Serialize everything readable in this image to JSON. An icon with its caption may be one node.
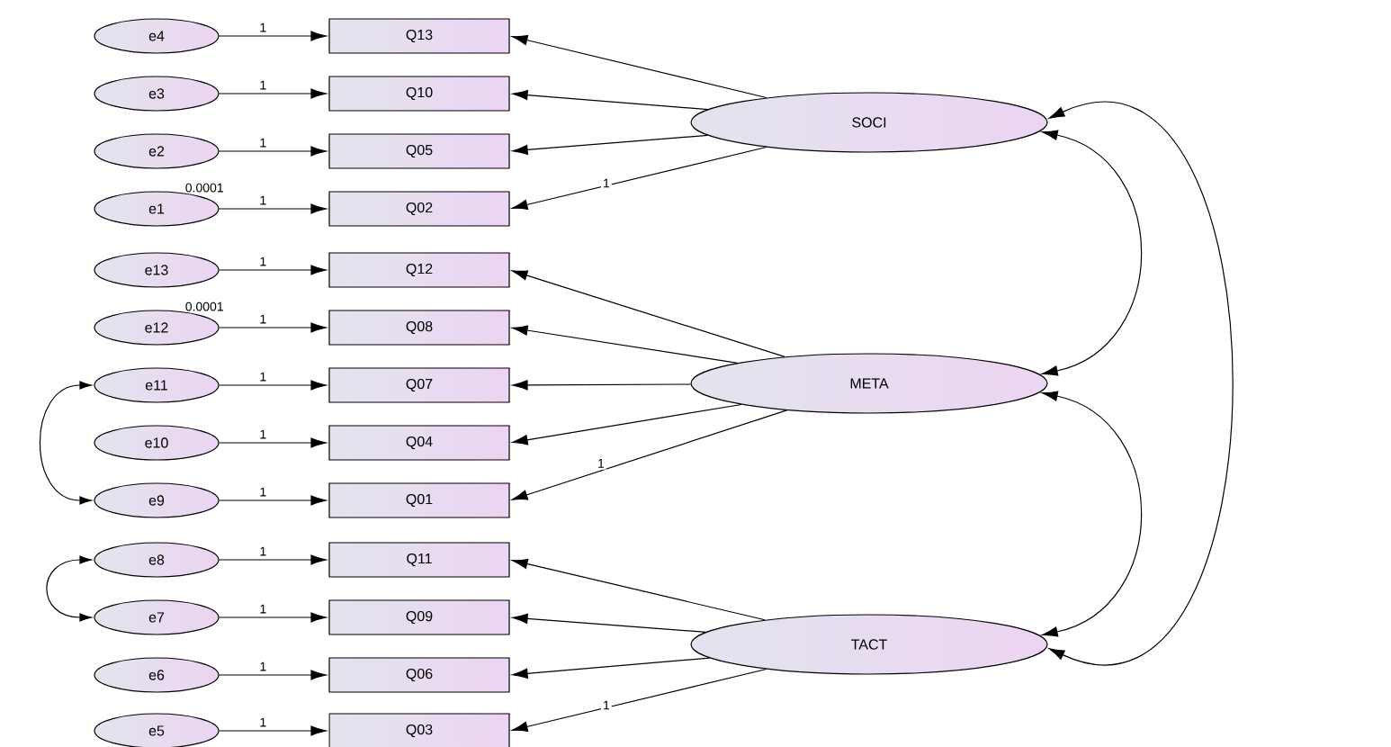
{
  "diagram": {
    "nodes": [
      {
        "text": [
          "e4"
        ]
      },
      {
        "text": [
          "Q13"
        ]
      },
      {
        "text": [
          "e3"
        ]
      },
      {
        "text": [
          "Q10"
        ]
      },
      {
        "text": [
          "e2"
        ]
      },
      {
        "text": [
          "Q05"
        ]
      },
      {
        "text": [
          "e1"
        ],
        "beside": [
          "0.0001"
        ]
      },
      {
        "text": [
          "Q02"
        ]
      },
      {
        "text": [
          "e13"
        ]
      },
      {
        "text": [
          "Q12"
        ]
      },
      {
        "text": [
          "e12"
        ],
        "beside": [
          "0.0001"
        ]
      },
      {
        "text": [
          "Q08"
        ]
      },
      {
        "text": [
          "e11"
        ]
      },
      {
        "text": [
          "Q07"
        ]
      },
      {
        "text": [
          "e10"
        ]
      },
      {
        "text": [
          "Q04"
        ]
      },
      {
        "text": [
          "e9"
        ]
      },
      {
        "text": [
          "Q01"
        ]
      },
      {
        "text": [
          "e8"
        ]
      },
      {
        "text": [
          "Q11"
        ]
      },
      {
        "text": [
          "e7"
        ]
      },
      {
        "text": [
          "Q09"
        ]
      },
      {
        "text": [
          "e6"
        ]
      },
      {
        "text": [
          "Q06"
        ]
      },
      {
        "text": [
          "e5"
        ]
      },
      {
        "text": [
          "Q03"
        ]
      },
      {
        "text": [
          "SOCI"
        ]
      },
      {
        "text": [
          "META"
        ]
      },
      {
        "text": [
          "TACT"
        ]
      }
    ],
    "edges": [
      {
        "from": 0,
        "to": 1,
        "arrow": "to",
        "label": "1"
      },
      {
        "from": 2,
        "to": 3,
        "arrow": "to",
        "label": "1"
      },
      {
        "from": 4,
        "to": 5,
        "arrow": "to",
        "label": "1"
      },
      {
        "from": 6,
        "to": 7,
        "arrow": "to",
        "label": "1"
      },
      {
        "from": 8,
        "to": 9,
        "arrow": "to",
        "label": "1"
      },
      {
        "from": 10,
        "to": 11,
        "arrow": "to",
        "label": "1"
      },
      {
        "from": 12,
        "to": 13,
        "arrow": "to",
        "label": "1"
      },
      {
        "from": 14,
        "to": 15,
        "arrow": "to",
        "label": "1"
      },
      {
        "from": 16,
        "to": 17,
        "arrow": "to",
        "label": "1"
      },
      {
        "from": 18,
        "to": 19,
        "arrow": "to",
        "label": "1"
      },
      {
        "from": 20,
        "to": 21,
        "arrow": "to",
        "label": "1"
      },
      {
        "from": 22,
        "to": 23,
        "arrow": "to",
        "label": "1"
      },
      {
        "from": 24,
        "to": 25,
        "arrow": "to",
        "label": "1"
      },
      {
        "from": 26,
        "to": 1,
        "arrow": "to"
      },
      {
        "from": 26,
        "to": 3,
        "arrow": "to"
      },
      {
        "from": 26,
        "to": 5,
        "arrow": "to"
      },
      {
        "from": 26,
        "to": 7,
        "arrow": "to",
        "label": "1"
      },
      {
        "from": 27,
        "to": 9,
        "arrow": "to"
      },
      {
        "from": 27,
        "to": 11,
        "arrow": "to"
      },
      {
        "from": 27,
        "to": 13,
        "arrow": "to"
      },
      {
        "from": 27,
        "to": 15,
        "arrow": "to"
      },
      {
        "from": 27,
        "to": 17,
        "arrow": "to",
        "label": "1"
      },
      {
        "from": 28,
        "to": 19,
        "arrow": "to"
      },
      {
        "from": 28,
        "to": 21,
        "arrow": "to"
      },
      {
        "from": 28,
        "to": 23,
        "arrow": "to"
      },
      {
        "from": 28,
        "to": 25,
        "arrow": "to",
        "label": "1"
      },
      {
        "from": 12,
        "to": 16,
        "arrow": "both"
      },
      {
        "from": 18,
        "to": 20,
        "arrow": "both"
      },
      {
        "from": 26,
        "to": 27,
        "arrow": "both"
      },
      {
        "from": 27,
        "to": 28,
        "arrow": "both"
      },
      {
        "from": 26,
        "to": 28,
        "arrow": "both"
      }
    ]
  }
}
